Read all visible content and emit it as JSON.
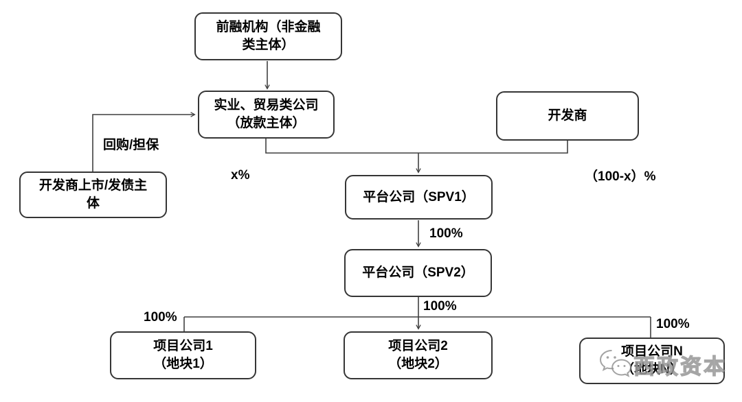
{
  "diagram": {
    "nodes": [
      {
        "id": "pre-financing-institution",
        "line1": "前融机构（非金融",
        "line2": "类主体）"
      },
      {
        "id": "industrial-trading-company",
        "line1": "实业、贸易类公司",
        "line2": "（放款主体）"
      },
      {
        "id": "developer",
        "line1": "开发商",
        "line2": ""
      },
      {
        "id": "developer-listed-bond-entity",
        "line1": "开发商上市/发债主",
        "line2": "体"
      },
      {
        "id": "platform-company-spv1",
        "line1": "平台公司（SPV1）",
        "line2": ""
      },
      {
        "id": "platform-company-spv2",
        "line1": "平台公司（SPV2）",
        "line2": ""
      },
      {
        "id": "project-company-1",
        "line1": "项目公司1",
        "line2": "（地块1）"
      },
      {
        "id": "project-company-2",
        "line1": "项目公司2",
        "line2": "（地块2）"
      },
      {
        "id": "project-company-n",
        "line1": "项目公司N",
        "line2": "（地块N）"
      }
    ],
    "edge_labels": {
      "repurchase_guarantee": "回购/担保",
      "x_percent": "x%",
      "hundred_minus_x_percent": "（100-x）%",
      "spv1_to_spv2": "100%",
      "spv2_to_projects": "100%",
      "left_branch": "100%",
      "right_branch": "100%"
    },
    "watermark": {
      "text": "西政资本",
      "icon": "wechat-icon"
    },
    "colors": {
      "background": "#ffffff",
      "box_border": "#353535",
      "text": "#000000",
      "connector_line": "#3f3f3f",
      "watermark_gray": "#8c8c8c"
    }
  }
}
